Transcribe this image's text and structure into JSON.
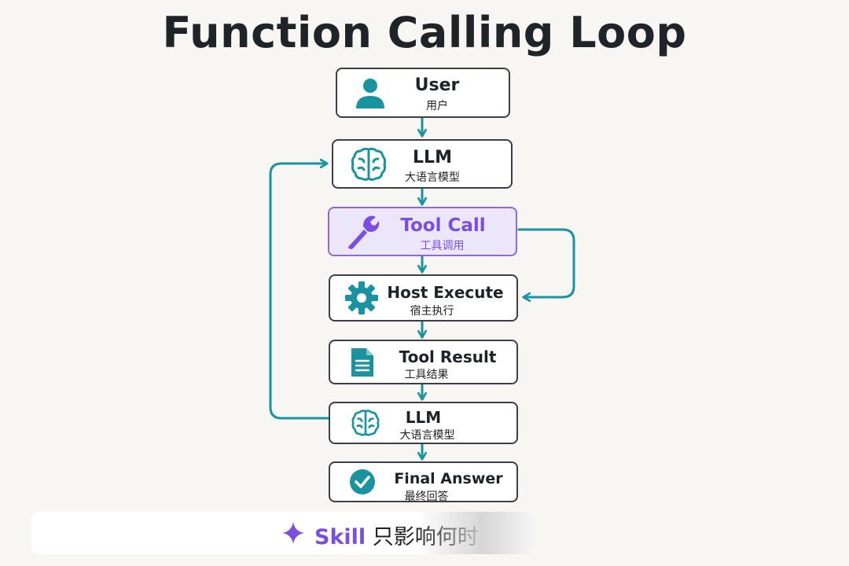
{
  "title": "Function Calling Loop",
  "nodes": [
    {
      "label": "User",
      "sublabel": "用户",
      "icon": "user-icon"
    },
    {
      "label": "LLM",
      "sublabel": "大语言模型",
      "icon": "brain-icon"
    },
    {
      "label": "Tool Call",
      "sublabel": "工具调用",
      "icon": "wrench-icon"
    },
    {
      "label": "Host Execute",
      "sublabel": "宿主执行",
      "icon": "gear-icon"
    },
    {
      "label": "Tool Result",
      "sublabel": "工具结果",
      "icon": "document-icon"
    },
    {
      "label": "LLM",
      "sublabel": "大语言模型",
      "icon": "brain-icon"
    },
    {
      "label": "Final Answer",
      "sublabel": "最终回答",
      "icon": "check-circle-icon"
    }
  ],
  "footer": {
    "skill": "Skill",
    "note": "只影响何时"
  },
  "colors": {
    "teal": "#1a93a0",
    "purple": "#7a4fe0",
    "border": "#3b3f44"
  }
}
